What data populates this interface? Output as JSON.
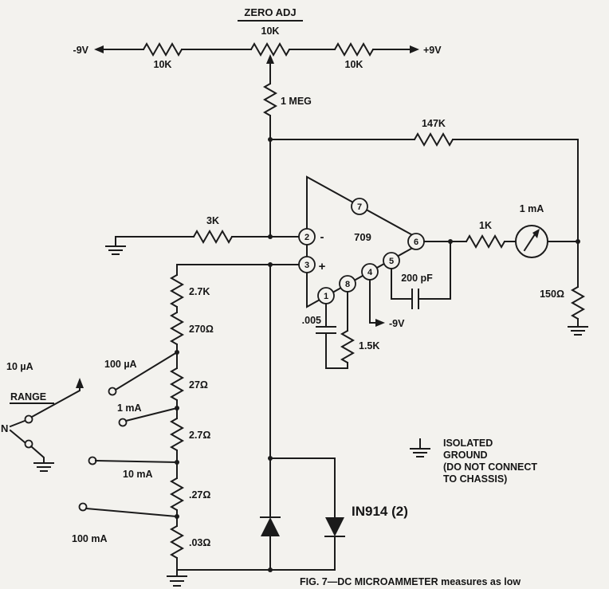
{
  "figure": {
    "caption": "FIG. 7—DC MICROAMMETER measures as low"
  },
  "power": {
    "neg_rail": "-9V",
    "pos_rail": "+9V",
    "neg_pin4": "-9V"
  },
  "zero_adj": {
    "title": "ZERO ADJ",
    "pot_value": "10K",
    "r_left": "10K",
    "r_right": "10K"
  },
  "resistors": {
    "r1meg": "1 MEG",
    "r147k": "147K",
    "r3k": "3K",
    "r1k": "1K",
    "r150": "150Ω",
    "r1_5k": "1.5K"
  },
  "capacitors": {
    "c200": "200 pF",
    "c005": ".005"
  },
  "opamp": {
    "name": "709",
    "minus": "-",
    "plus": "+",
    "pins": {
      "p1": "1",
      "p2": "2",
      "p3": "3",
      "p4": "4",
      "p5": "5",
      "p6": "6",
      "p7": "7",
      "p8": "8"
    }
  },
  "meter": {
    "label": "1 mA"
  },
  "ladder": [
    "2.7K",
    "270Ω",
    "27Ω",
    "2.7Ω",
    ".27Ω",
    ".03Ω"
  ],
  "range_switch": {
    "title": "RANGE",
    "input": "N",
    "positions": [
      "10 µA",
      "100 µA",
      "1 mA",
      "10 mA",
      "100 mA"
    ]
  },
  "diodes": {
    "label": "IN914 (2)"
  },
  "isolated_ground": {
    "line1": "ISOLATED",
    "line2": "GROUND",
    "line3": "(DO NOT CONNECT",
    "line4": "TO CHASSIS)"
  }
}
